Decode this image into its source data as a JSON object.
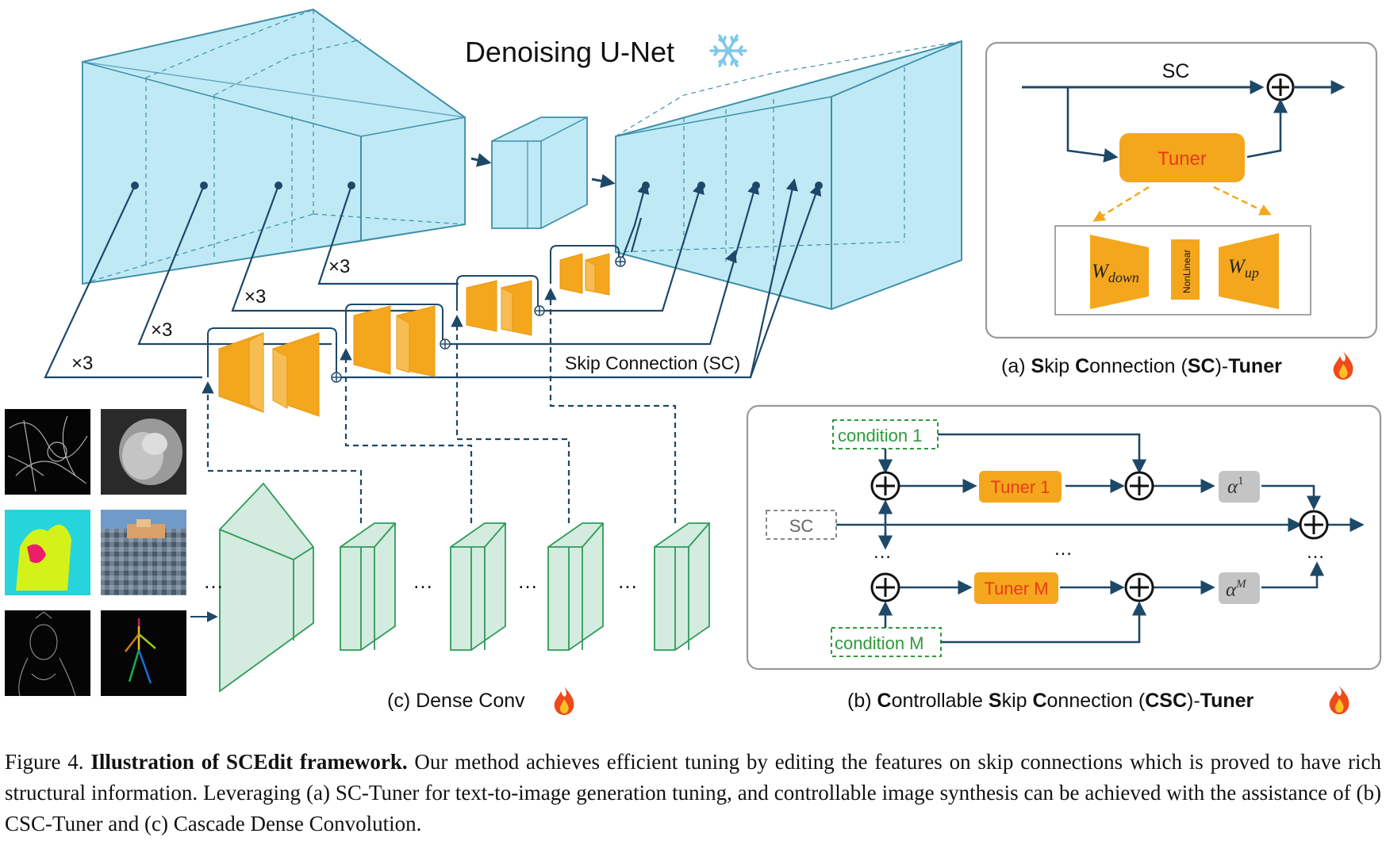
{
  "unet": {
    "title": "Denoising U-Net",
    "frozen_icon": "snowflake-icon",
    "repeat_labels": [
      "×3",
      "×3",
      "×3",
      "×3"
    ],
    "skip_connection_label": "Skip Connection (SC)"
  },
  "panel_a": {
    "sc_label": "SC",
    "tuner_label": "Tuner",
    "w_down_base": "W",
    "w_down_sub": "down",
    "nonlinear_label": "NonLinear",
    "w_up_base": "W",
    "w_up_sub": "up",
    "caption": {
      "prefix": "(a) ",
      "s_bold": "S",
      "s_rest": "kip ",
      "c_bold": "C",
      "c_rest": "onnection (",
      "abbr_bold": "SC",
      "close": ")-",
      "tuner_bold": "Tuner"
    },
    "trainable_icon": "fire-icon"
  },
  "panel_b": {
    "condition_1": "condition 1",
    "condition_m": "condition M",
    "sc_label": "SC",
    "tuner_1": "Tuner 1",
    "tuner_m": "Tuner M",
    "alpha_base": "α",
    "alpha_1_sup": "1",
    "alpha_m_sup": "M",
    "ellipsis": "…",
    "caption": {
      "prefix": "(b) ",
      "c_bold": "C",
      "c_rest": "ontrollable ",
      "s_bold": "S",
      "s_rest": "kip ",
      "c2_bold": "C",
      "c2_rest": "onnection (",
      "abbr_bold": "CSC",
      "close": ")-",
      "tuner_bold": "Tuner"
    },
    "trainable_icon": "fire-icon"
  },
  "panel_c": {
    "caption": "(c) Dense Conv",
    "ellipsis": "…",
    "trainable_icon": "fire-icon",
    "condition_thumbnails": [
      "canny-edge-image",
      "depth-map-image",
      "segmentation-map-image",
      "color-mosaic-image",
      "sketch-outline-image",
      "pose-skeleton-image"
    ]
  },
  "caption": {
    "figure_label": "Figure 4.",
    "title": "Illustration of SCEdit framework.",
    "body": "Our method achieves efficient tuning by editing the features on skip connections which is proved to have rich structural information. Leveraging (a) SC-Tuner for text-to-image generation tuning, and controllable image synthesis can be achieved with the assistance of (b) CSC-Tuner and (c) Cascade Dense Convolution."
  },
  "colors": {
    "unet_fill": "#bfeaf5",
    "unet_stroke": "#3f8fa8",
    "tuner_orange": "#f4a71d",
    "dense_green": "#d3ecdf",
    "dense_stroke": "#2f9a58",
    "line_navy": "#1e4868",
    "condition_green": "#2e9a3a",
    "alpha_gray": "#c4c4c4",
    "panel_border": "#9a9a9a"
  }
}
